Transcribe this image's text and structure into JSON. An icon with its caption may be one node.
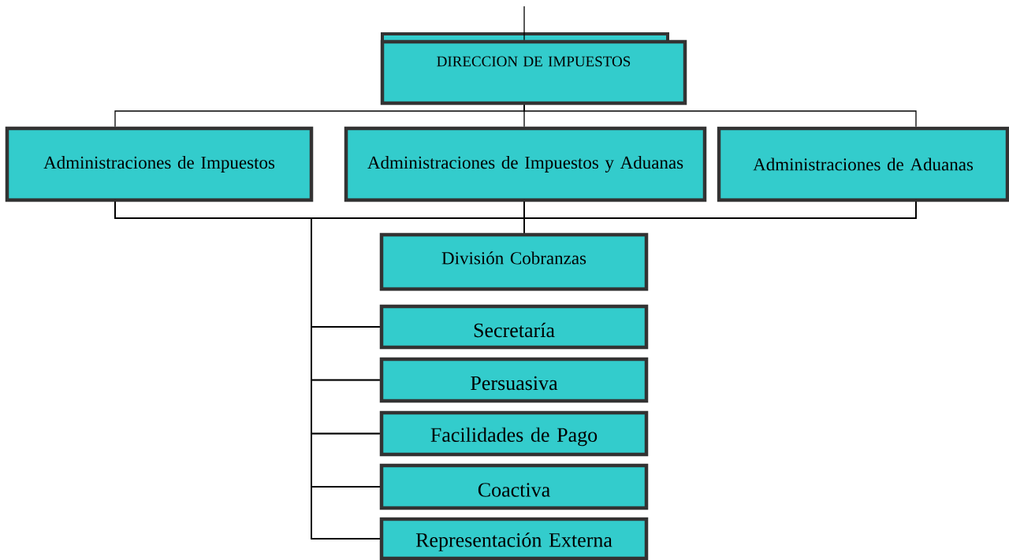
{
  "diagram": {
    "nodes": [
      {
        "text": [
          "DIRECCION DE IMPUESTOS"
        ]
      },
      {
        "text": [
          "Administraciones de Impuestos"
        ]
      },
      {
        "text": [
          "Administraciones de Impuestos y Aduanas"
        ]
      },
      {
        "text": [
          "Administraciones de Aduanas"
        ]
      },
      {
        "text": [
          "División Cobranzas"
        ]
      },
      {
        "text": [
          "Secretaría"
        ]
      },
      {
        "text": [
          "Persuasiva"
        ]
      },
      {
        "text": [
          "Facilidades de Pago"
        ]
      },
      {
        "text": [
          "Coactiva"
        ]
      },
      {
        "text": [
          "Representación Externa"
        ]
      }
    ],
    "edges": [
      {
        "from": null,
        "to": 0,
        "arrow": "none"
      },
      {
        "from": 0,
        "to": 1,
        "arrow": "none"
      },
      {
        "from": 0,
        "to": 2,
        "arrow": "none"
      },
      {
        "from": 0,
        "to": 3,
        "arrow": "none"
      },
      {
        "from": 1,
        "to": 4,
        "arrow": "none"
      },
      {
        "from": 2,
        "to": 4,
        "arrow": "none"
      },
      {
        "from": 3,
        "to": 4,
        "arrow": "none"
      },
      {
        "from": 1,
        "to": 5,
        "arrow": "none"
      },
      {
        "from": 2,
        "to": 5,
        "arrow": "none"
      },
      {
        "from": 3,
        "to": 5,
        "arrow": "none"
      },
      {
        "from": 1,
        "to": 6,
        "arrow": "none"
      },
      {
        "from": 2,
        "to": 6,
        "arrow": "none"
      },
      {
        "from": 3,
        "to": 6,
        "arrow": "none"
      },
      {
        "from": 1,
        "to": 7,
        "arrow": "none"
      },
      {
        "from": 2,
        "to": 7,
        "arrow": "none"
      },
      {
        "from": 3,
        "to": 7,
        "arrow": "none"
      },
      {
        "from": 1,
        "to": 8,
        "arrow": "none"
      },
      {
        "from": 2,
        "to": 8,
        "arrow": "none"
      },
      {
        "from": 3,
        "to": 8,
        "arrow": "none"
      },
      {
        "from": 1,
        "to": 9,
        "arrow": "none"
      },
      {
        "from": 2,
        "to": 9,
        "arrow": "none"
      },
      {
        "from": 3,
        "to": 9,
        "arrow": "none"
      }
    ]
  }
}
